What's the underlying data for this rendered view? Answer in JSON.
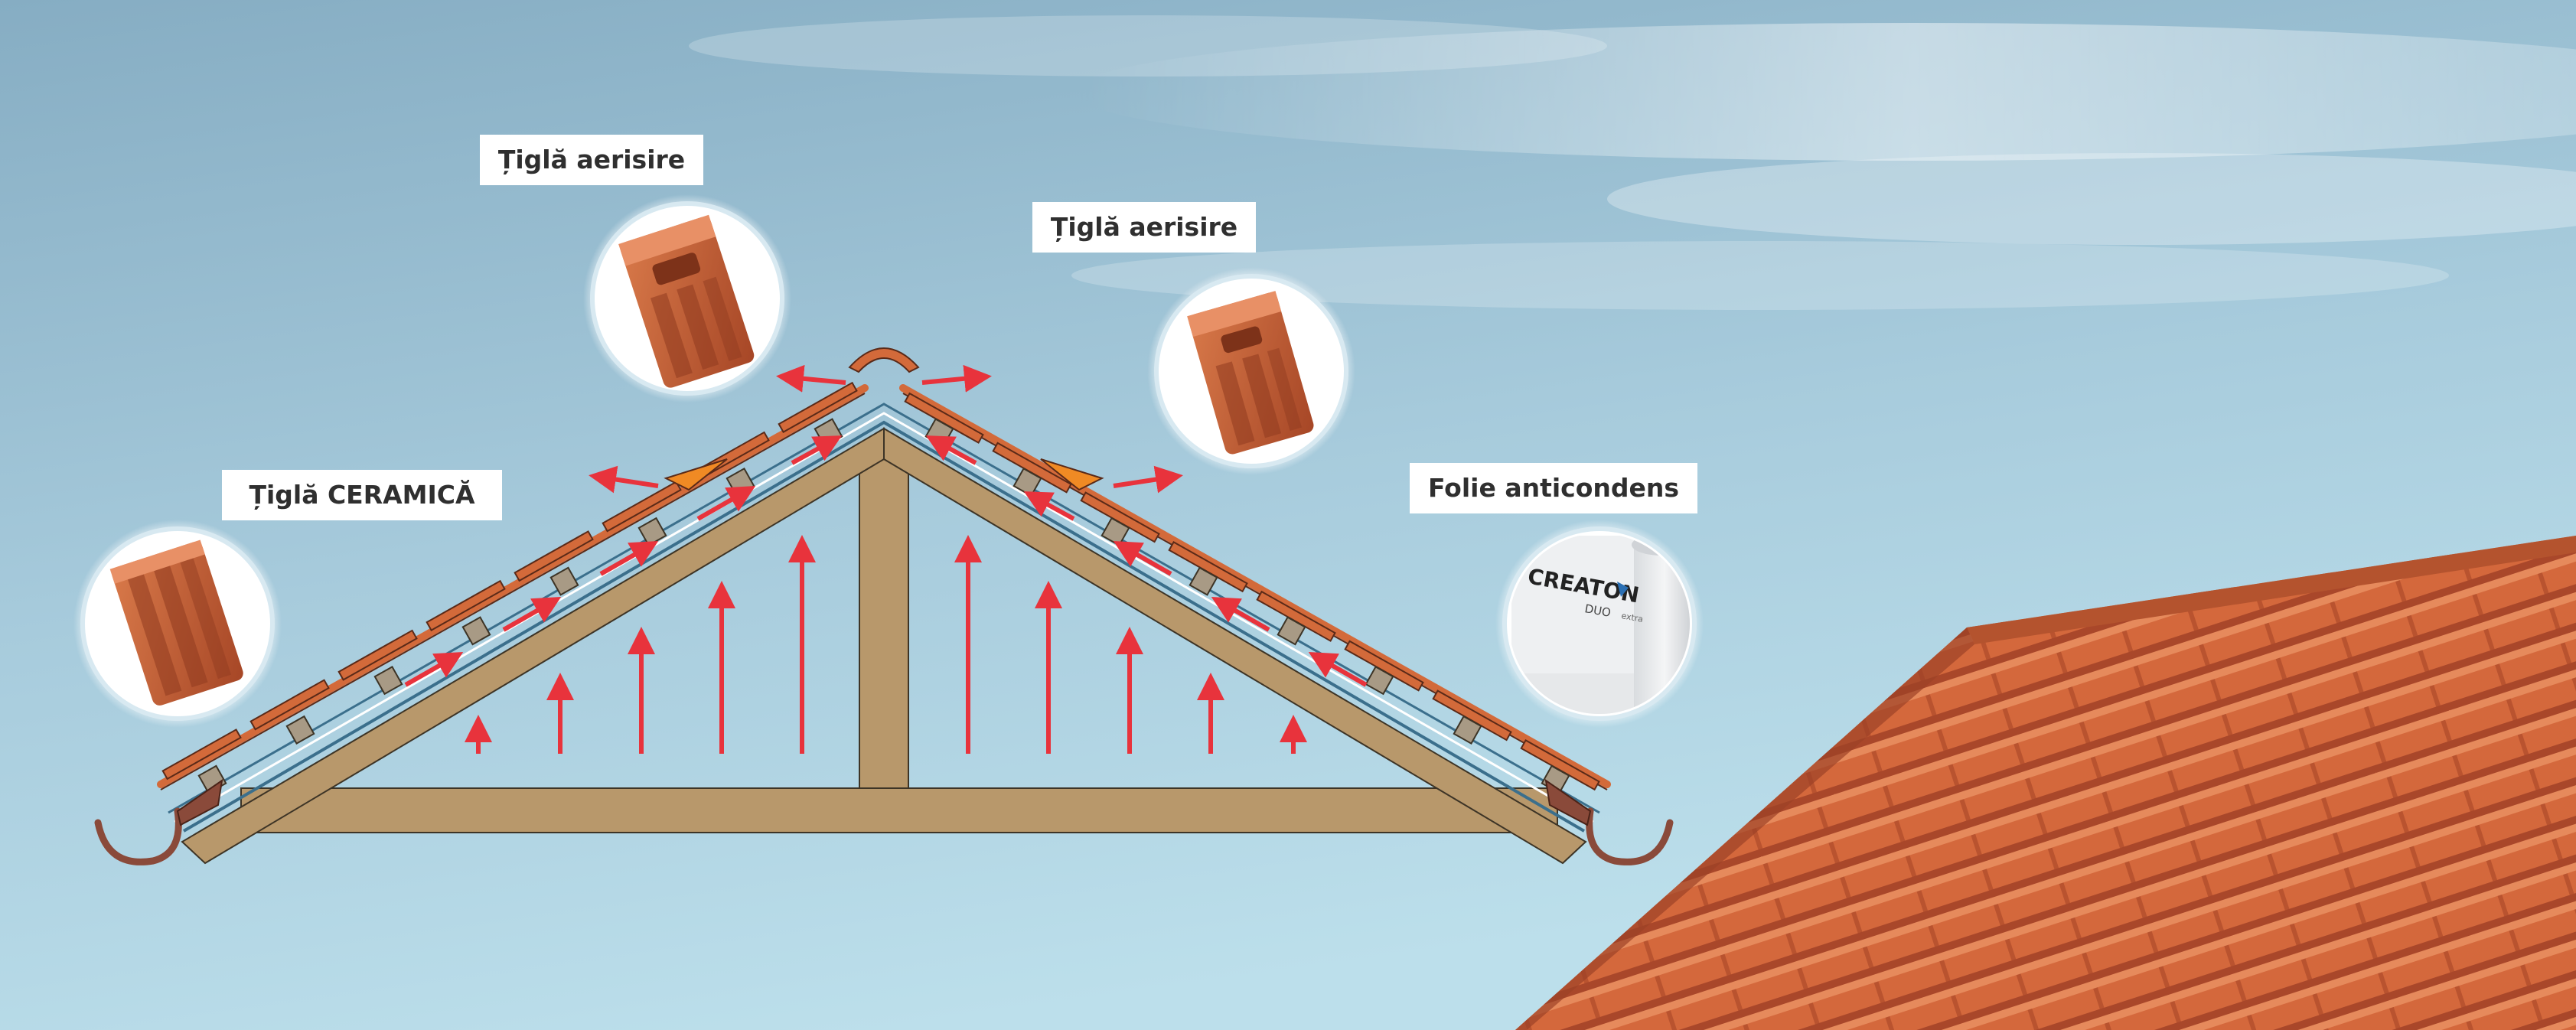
{
  "labels": {
    "ceramic_tile": "Țiglă CERAMICĂ",
    "vent_tile_left": "Țiglă aerisire",
    "vent_tile_right": "Țiglă aerisire",
    "membrane": "Folie anticondens"
  },
  "membrane_roll": {
    "brand": "CREATON",
    "product": "DUO",
    "variant": "extra"
  },
  "colors": {
    "sky_top": "#8fb7cc",
    "sky_bottom": "#b7dce9",
    "timber": "#b8986b",
    "tile": "#d36a3a",
    "tile_dark": "#a54a28",
    "arrow": "#e8333c",
    "membrane_line": "#3b6f8c",
    "gutter": "#8a4a3a"
  },
  "icons": [
    "ventilation-arrow-icon",
    "ridge-cap-icon",
    "gutter-icon"
  ]
}
